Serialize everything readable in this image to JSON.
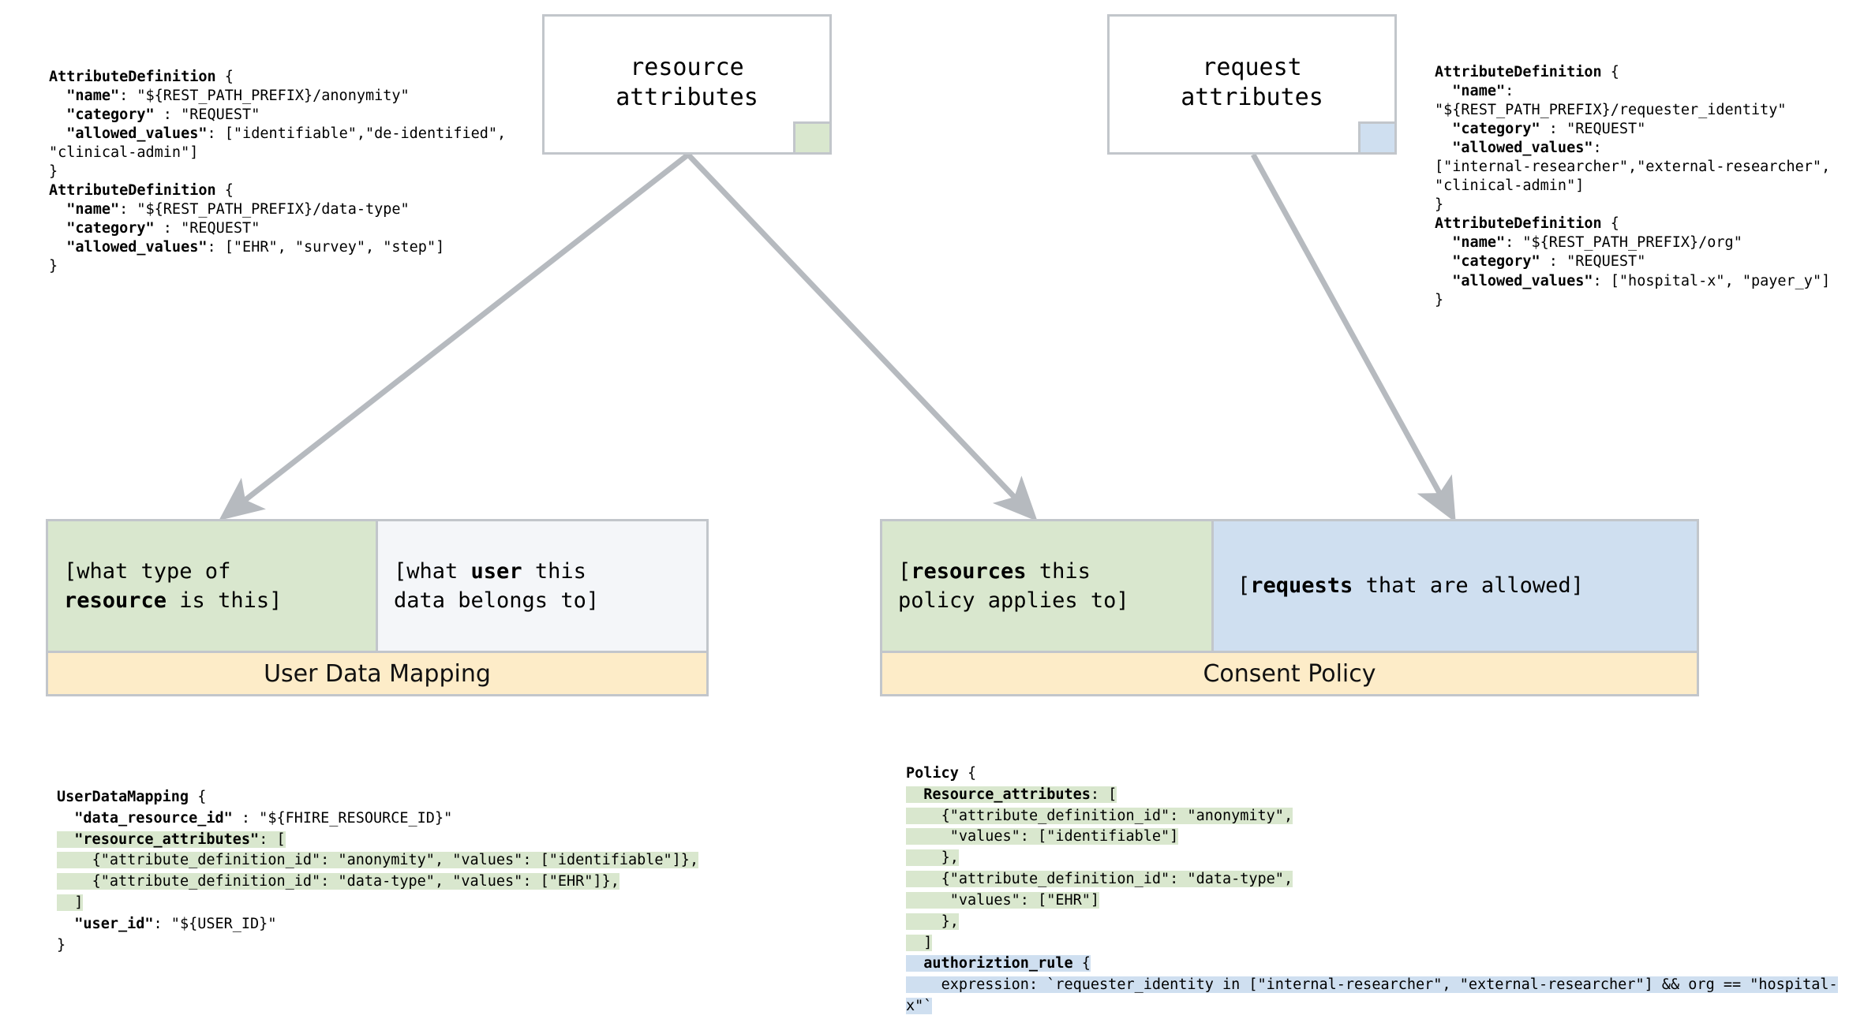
{
  "diagram": {
    "top_nodes": [
      {
        "id": "resource-attributes",
        "label": "resource\nattributes",
        "swatch_color": "#d9e7ce"
      },
      {
        "id": "request-attributes",
        "label": "request\nattributes",
        "swatch_color": "#cfdff0"
      }
    ],
    "left_definitions": "AttributeDefinition {\n  \"name\": \"${REST_PATH_PREFIX}/anonymity\"\n  \"category\" : \"REQUEST\"\n  \"allowed_values\": [\"identifiable\",\"de-identified\",\n\"clinical-admin\"]\n}\nAttributeDefinition {\n  \"name\": \"${REST_PATH_PREFIX}/data-type\"\n  \"category\" : \"REQUEST\"\n  \"allowed_values\": [\"EHR\", \"survey\", \"step\"]\n}",
    "left_definitions_lines": [
      {
        "bold_prefix": "AttributeDefinition",
        "rest": " {"
      },
      {
        "bold_prefix": "  \"name\"",
        "rest": ": \"${REST_PATH_PREFIX}/anonymity\""
      },
      {
        "bold_prefix": "  \"category\"",
        "rest": " : \"REQUEST\""
      },
      {
        "bold_prefix": "  \"allowed_values\"",
        "rest": ": [\"identifiable\",\"de-identified\","
      },
      {
        "bold_prefix": "",
        "rest": "\"clinical-admin\"]"
      },
      {
        "bold_prefix": "",
        "rest": "}"
      },
      {
        "bold_prefix": "AttributeDefinition",
        "rest": " {"
      },
      {
        "bold_prefix": "  \"name\"",
        "rest": ": \"${REST_PATH_PREFIX}/data-type\""
      },
      {
        "bold_prefix": "  \"category\"",
        "rest": " : \"REQUEST\""
      },
      {
        "bold_prefix": "  \"allowed_values\"",
        "rest": ": [\"EHR\", \"survey\", \"step\"]"
      },
      {
        "bold_prefix": "",
        "rest": "}"
      }
    ],
    "right_definitions_lines": [
      {
        "bold_prefix": "AttributeDefinition",
        "rest": " {"
      },
      {
        "bold_prefix": "  \"name\"",
        "rest": ":"
      },
      {
        "bold_prefix": "",
        "rest": "\"${REST_PATH_PREFIX}/requester_identity\""
      },
      {
        "bold_prefix": "  \"category\"",
        "rest": " : \"REQUEST\""
      },
      {
        "bold_prefix": "  \"allowed_values\"",
        "rest": ":"
      },
      {
        "bold_prefix": "",
        "rest": "[\"internal-researcher\",\"external-researcher\","
      },
      {
        "bold_prefix": "",
        "rest": "\"clinical-admin\"]"
      },
      {
        "bold_prefix": "",
        "rest": "}"
      },
      {
        "bold_prefix": "AttributeDefinition",
        "rest": " {"
      },
      {
        "bold_prefix": "  \"name\"",
        "rest": ": \"${REST_PATH_PREFIX}/org\""
      },
      {
        "bold_prefix": "  \"category\"",
        "rest": " : \"REQUEST\""
      },
      {
        "bold_prefix": "  \"allowed_values\"",
        "rest": ": [\"hospital-x\", \"payer_y\"]"
      },
      {
        "bold_prefix": "",
        "rest": "}"
      }
    ],
    "user_data_mapping_card": {
      "title": "User Data Mapping",
      "left_cell": {
        "lines": [
          "[what type of",
          "resource is this]"
        ],
        "bold_words": [
          "resource"
        ],
        "color": "#d9e7ce"
      },
      "right_cell": {
        "lines": [
          "[what user this",
          "data belongs to]"
        ],
        "bold_words": [
          "user"
        ],
        "color": "#f4f6f9"
      }
    },
    "consent_policy_card": {
      "title": "Consent Policy",
      "left_cell": {
        "lines": [
          "[resources this",
          "policy applies to]"
        ],
        "bold_words": [
          "resources"
        ],
        "color": "#d9e7ce"
      },
      "right_cell": {
        "lines": [
          "[requests that are allowed]"
        ],
        "bold_words": [
          "requests"
        ],
        "color": "#cfdff0"
      }
    },
    "user_data_mapping_code_lines": [
      {
        "bold_prefix": "UserDataMapping",
        "rest": " {",
        "hl": "none"
      },
      {
        "bold_prefix": "  \"data_resource_id\"",
        "rest": " : \"${FHIRE_RESOURCE_ID}\"",
        "hl": "none"
      },
      {
        "bold_prefix": "  \"resource_attributes\"",
        "rest": ": [",
        "hl": "green"
      },
      {
        "bold_prefix": "",
        "rest": "    {\"attribute_definition_id\": \"anonymity\", \"values\": [\"identifiable\"]},",
        "hl": "green"
      },
      {
        "bold_prefix": "",
        "rest": "    {\"attribute_definition_id\": \"data-type\", \"values\": [\"EHR\"]},",
        "hl": "green"
      },
      {
        "bold_prefix": "",
        "rest": "  ]",
        "hl": "green"
      },
      {
        "bold_prefix": "  \"user_id\"",
        "rest": ": \"${USER_ID}\"",
        "hl": "none"
      },
      {
        "bold_prefix": "",
        "rest": "}",
        "hl": "none"
      }
    ],
    "policy_code_lines": [
      {
        "bold_prefix": "Policy",
        "rest": " {",
        "hl": "none"
      },
      {
        "bold_prefix": "  Resource_attributes",
        "rest": ": [",
        "hl": "green"
      },
      {
        "bold_prefix": "",
        "rest": "    {\"attribute_definition_id\": \"anonymity\",",
        "hl": "green"
      },
      {
        "bold_prefix": "",
        "rest": "     \"values\": [\"identifiable\"]",
        "hl": "green"
      },
      {
        "bold_prefix": "",
        "rest": "    },",
        "hl": "green"
      },
      {
        "bold_prefix": "",
        "rest": "    {\"attribute_definition_id\": \"data-type\",",
        "hl": "green"
      },
      {
        "bold_prefix": "",
        "rest": "     \"values\": [\"EHR\"]",
        "hl": "green"
      },
      {
        "bold_prefix": "",
        "rest": "    },",
        "hl": "green"
      },
      {
        "bold_prefix": "",
        "rest": "  ]",
        "hl": "green"
      },
      {
        "bold_prefix": "  authoriztion_rule",
        "rest": " {",
        "hl": "blue"
      },
      {
        "bold_prefix": "",
        "rest": "    expression: `requester_identity in [\"internal-researcher\", \"external-researcher\"] && org == \"hospital-x\"`",
        "hl": "blue"
      },
      {
        "bold_prefix": "",
        "rest": "  }",
        "hl": "blue"
      },
      {
        "bold_prefix": "",
        "rest": "}",
        "hl": "none"
      }
    ],
    "arrows": [
      {
        "id": "resource-to-user-data-mapping",
        "from": "resource-attributes",
        "to": "user-data-mapping-green-cell"
      },
      {
        "id": "resource-to-consent-policy",
        "from": "resource-attributes",
        "to": "consent-policy-green-cell"
      },
      {
        "id": "request-to-consent-policy",
        "from": "request-attributes",
        "to": "consent-policy-blue-cell"
      }
    ],
    "colors": {
      "green": "#d9e7ce",
      "blue": "#cfdff0",
      "yellow": "#fdecc8",
      "grey_fill": "#f4f6f9",
      "border": "#c2c6cb",
      "arrow": "#b6babf"
    }
  }
}
